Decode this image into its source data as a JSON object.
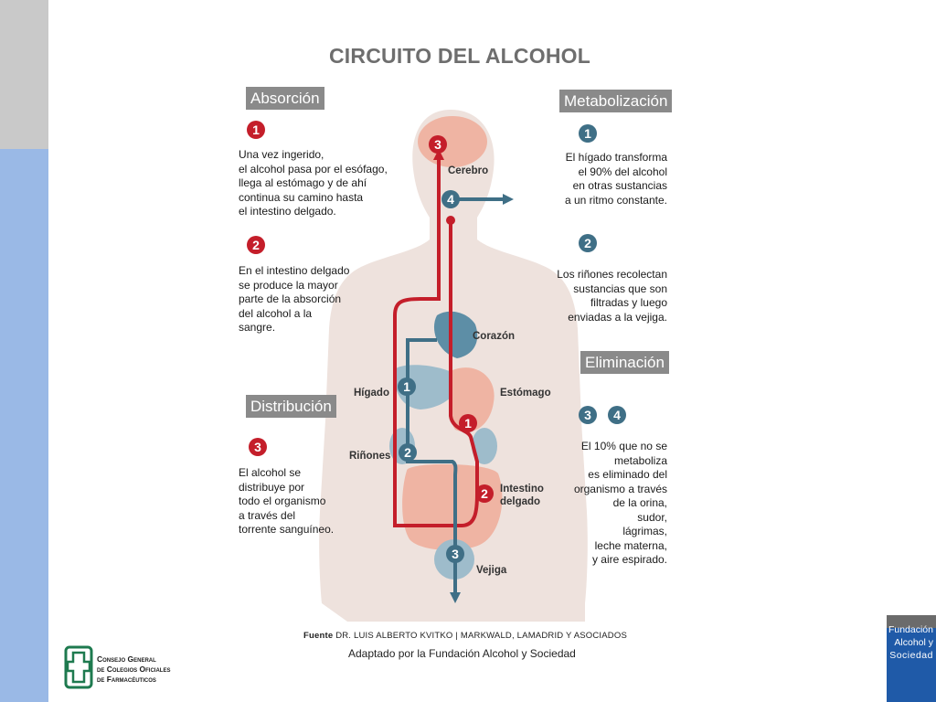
{
  "title": "CIRCUITO DEL ALCOHOL",
  "sections": {
    "absorcion": "Absorción",
    "distribucion": "Distribución",
    "metabolizacion": "Metabolización",
    "eliminacion": "Eliminación"
  },
  "steps": {
    "abs1": {
      "num": "1",
      "text": "Una vez ingerido,\nel alcohol pasa por el esófago,\nllega al estómago y de ahí\ncontinua su camino hasta\nel intestino delgado."
    },
    "abs2": {
      "num": "2",
      "text": "En el intestino delgado\nse produce la mayor\nparte de la absorción\ndel alcohol a la\nsangre."
    },
    "dist3": {
      "num": "3",
      "text": "El alcohol se\ndistribuye por\ntodo el organismo\na través del\ntorrente sanguíneo."
    },
    "met1": {
      "num": "1",
      "text": "El hígado transforma\nel 90% del alcohol\nen otras sustancias\na un ritmo constante."
    },
    "met2": {
      "num": "2",
      "text": "Los riñones recolectan\nsustancias que son\nfiltradas y luego\nenviadas a la vejiga."
    },
    "elim": {
      "num_a": "3",
      "num_b": "4",
      "text": "El 10% que no se\nmetaboliza\nes eliminado del\norganismo a través\nde la orina,\nsudor,\nlágrimas,\nleche materna,\ny aire espirado."
    }
  },
  "organs": {
    "cerebro": "Cerebro",
    "corazon": "Corazón",
    "higado": "Hígado",
    "estomago": "Estómago",
    "rinones": "Riñones",
    "intestino": "Intestino\ndelgado",
    "vejiga": "Vejiga"
  },
  "body_markers": {
    "brain_red": "3",
    "brain_blue": "4",
    "liver_blue": "1",
    "stomach_red": "1",
    "kidney_blue": "2",
    "intestine_red": "2",
    "bladder_blue": "3"
  },
  "source": {
    "label": "Fuente",
    "text": "DR. LUIS ALBERTO KVITKO | MARKWALD, LAMADRID Y ASOCIADOS"
  },
  "adapted": "Adaptado por la Fundación Alcohol y Sociedad",
  "logo_left": {
    "line1": "Consejo General",
    "line2": "de Colegios Oficiales",
    "line3": "de Farmacéuticos"
  },
  "logo_right": {
    "line1": "Fundación",
    "line2": "Alcohol y",
    "line3": "Sociedad"
  },
  "colors": {
    "red": "#c41e2a",
    "blue": "#3f6f86",
    "label_gray": "#8a8a8a",
    "side_blue": "#9ab9e6"
  }
}
